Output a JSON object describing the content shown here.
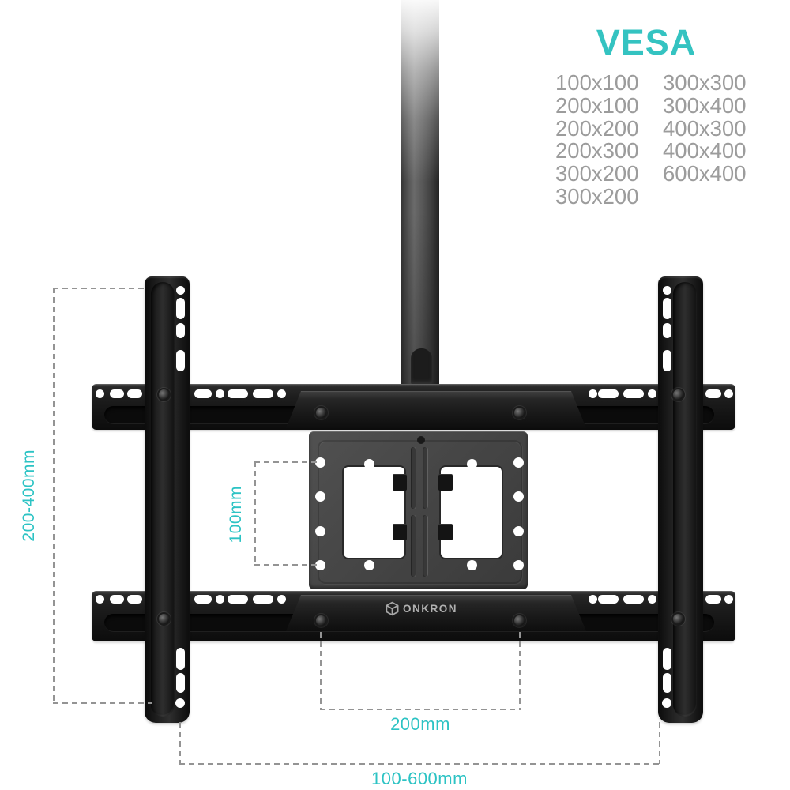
{
  "theme": {
    "accent": "#2cc3c4",
    "title": "#34c3c1",
    "list": "#9c9c9c",
    "dash": "#949494"
  },
  "vesa_panel": {
    "title": "VESA",
    "sizes_col1": [
      "100x100",
      "200x100",
      "200x200",
      "200x300",
      "300x200",
      "300x200"
    ],
    "sizes_col2": [
      "300x300",
      "300x400",
      "400x300",
      "400x400",
      "600x400"
    ]
  },
  "dimensions": {
    "height_range": "200-400mm",
    "vesa_hole_height": "100mm",
    "vesa_hole_width": "200mm",
    "width_range": "100-600mm"
  },
  "brand": {
    "name": "ONKRON"
  }
}
